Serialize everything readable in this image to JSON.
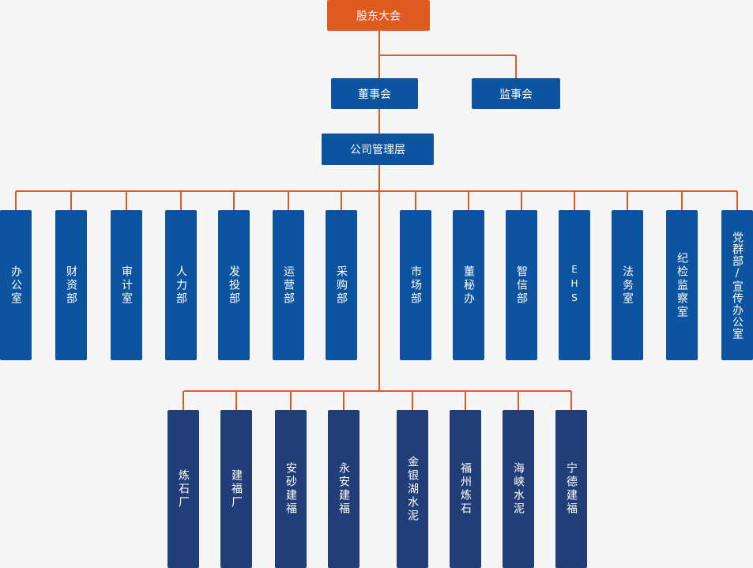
{
  "colors": {
    "top": "#e05a1f",
    "board": "#0c54a0",
    "company": "#213e78",
    "line": "#e05a1f",
    "background": "#f5f5f5"
  },
  "top": {
    "label": "股东大会"
  },
  "board": {
    "label": "董事会"
  },
  "supervisory": {
    "label": "监事会"
  },
  "management": {
    "label": "公司管理层"
  },
  "departments": [
    "办公室",
    "财资部",
    "审计室",
    "人力部",
    "发投部",
    "运营部",
    "采购部",
    "市场部",
    "董秘办",
    "智信部",
    "EHS",
    "法务室",
    "纪检监察室",
    "党群部/宣传办公室"
  ],
  "companies": [
    "炼石厂",
    "建福厂",
    "安砂建福",
    "永安建福",
    "金银湖水泥",
    "福州炼石",
    "海峡水泥",
    "宁德建福"
  ]
}
